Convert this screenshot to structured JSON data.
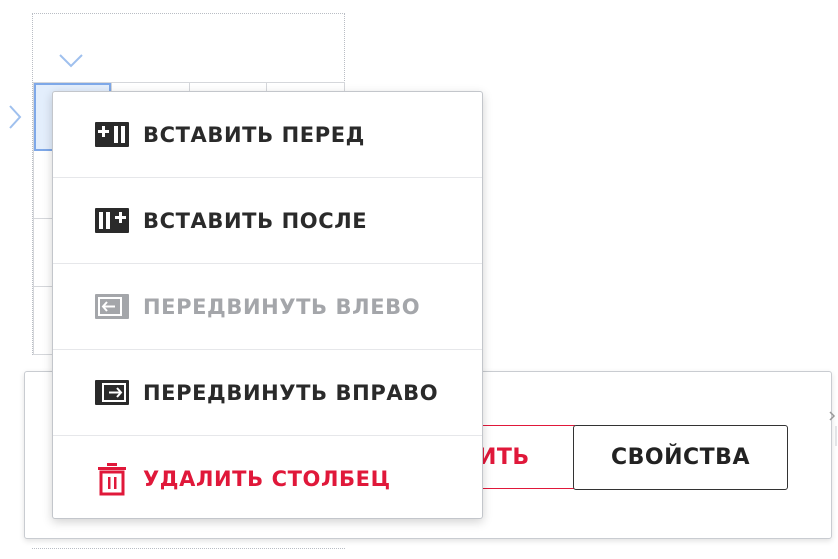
{
  "context_menu": {
    "items": [
      {
        "label": "ВСТАВИТЬ ПЕРЕД",
        "icon": "insert-column-before-icon",
        "state": "enabled"
      },
      {
        "label": "ВСТАВИТЬ ПОСЛЕ",
        "icon": "insert-column-after-icon",
        "state": "enabled"
      },
      {
        "label": "ПЕРЕДВИНУТЬ ВЛЕВО",
        "icon": "move-left-icon",
        "state": "disabled"
      },
      {
        "label": "ПЕРЕДВИНУТЬ ВПРАВО",
        "icon": "move-right-icon",
        "state": "enabled"
      },
      {
        "label": "УДАЛИТЬ СТОЛБЕЦ",
        "icon": "trash-icon",
        "state": "danger"
      }
    ]
  },
  "toolbar": {
    "delete_label": "ИТЬ",
    "properties_label": "СВОЙСТВА"
  },
  "colors": {
    "danger": "#e0183a",
    "text": "#2a2a2a",
    "disabled": "#a4a6aa",
    "selection": "#7ea8e8"
  }
}
